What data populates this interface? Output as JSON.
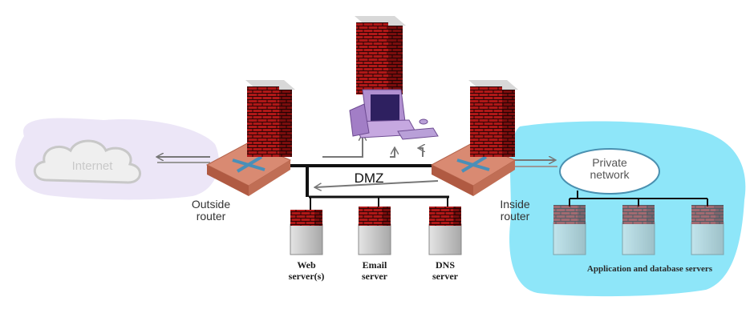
{
  "labels": {
    "internet": "Internet",
    "outside_router": [
      "Outside",
      "router"
    ],
    "inside_router": [
      "Inside",
      "router"
    ],
    "dmz": "DMZ",
    "private_network": [
      "Private",
      "network"
    ],
    "web_server": [
      "Web",
      "server(s)"
    ],
    "email_server": [
      "Email",
      "server"
    ],
    "dns_server": [
      "DNS",
      "server"
    ],
    "app_db_servers": "Application and database servers"
  },
  "colors": {
    "internet_bg": "#ece6f7",
    "private_bg": "#8ee6f9",
    "brick": "#b01818",
    "router": "#d98a72",
    "workstation": "#b08fd0"
  }
}
